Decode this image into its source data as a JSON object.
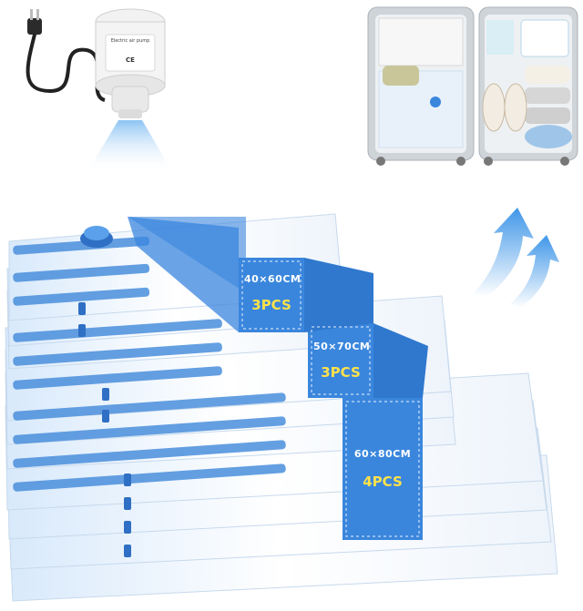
{
  "product": {
    "pump_text": [
      "Electric air pump",
      "CE"
    ],
    "bag_groups": [
      {
        "size": "40×60CM",
        "quantity": "3PCS"
      },
      {
        "size": "50×70CM",
        "quantity": "3PCS"
      },
      {
        "size": "60×80CM",
        "quantity": "4PCS"
      }
    ]
  },
  "colors": {
    "band_blue": "#3a86dd",
    "quantity_yellow": "#ffe24a",
    "bag_edge_blue": "#4a8fdc",
    "arrow_blue": "#4ea4ec"
  },
  "icons": [
    "electric-pump",
    "power-plug",
    "suitcase",
    "upward-arrows",
    "valve"
  ]
}
